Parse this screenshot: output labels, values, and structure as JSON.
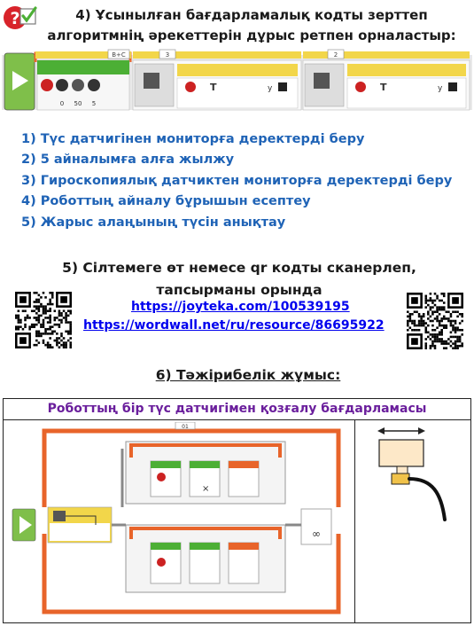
{
  "header": {
    "task_title": "4) Ұсынылған бағдарламалық кодты зерттеп алгоритмнің әрекеттерін дұрыс ретпен орналастыр:",
    "icon": "help-question-icon"
  },
  "program_strip": {
    "loop_1_label": "B+C",
    "loop_2_label": "3",
    "loop_3_label": "2",
    "motor_values": [
      "0",
      "50",
      "5"
    ]
  },
  "steps": [
    "1)  Түс датчигінен мониторға деректерді беру",
    "2)  5 айналымға алға жылжу",
    "3)  Гироскопиялық датчиктен мониторға деректерді беру",
    "4)  Роботтың айналу бұрышын есептеу",
    "5)  Жарыс алаңының түсін анықтау"
  ],
  "links_section": {
    "heading": "5) Сілтемеге өт немесе qr кодты сканерлеп, тапсырманы орында",
    "link_1": "https://joyteka.com/100539195",
    "link_2": "https://wordwall.net/ru/resource/86695922"
  },
  "practice": {
    "heading": "6) Тәжірибелік жұмыс:",
    "table_title": "Роботтың бір түс датчигімен қозғалу бағдарламасы",
    "loop_label": "01"
  },
  "colors": {
    "list_blue": "#1f63b6",
    "link_blue": "#0000ee",
    "title_purple": "#6a1e9c",
    "loop_orange": "#e8642a",
    "motor_green": "#4caf35",
    "sensor_yellow": "#f2d64a"
  }
}
